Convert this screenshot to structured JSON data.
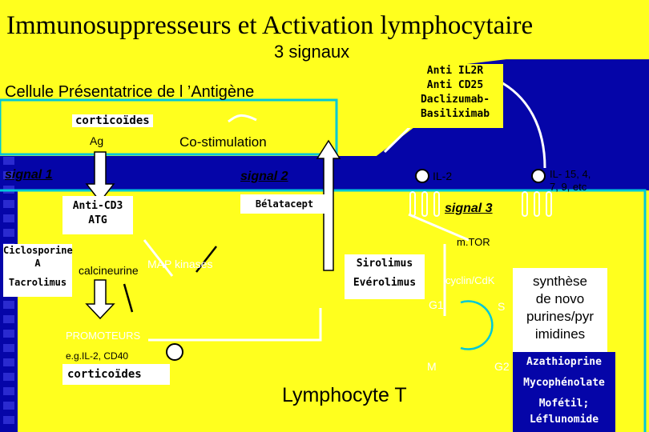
{
  "title": "Immunosuppresseurs et Activation  lymphocytaire",
  "subtitle": "3 signaux",
  "apc_label": "Cellule Présentatrice de l ’Antigène",
  "corticoides_top": "corticoïdes",
  "ag_label": "Ag",
  "costim_label": "Co-stimulation",
  "signal1": "signal 1",
  "signal2": "signal 2",
  "signal3": "signal 3",
  "anti_il2r": [
    "Anti IL2R",
    "Anti CD25",
    "Daclizumab-",
    "Basiliximab"
  ],
  "il2": "IL-2",
  "il_others": [
    "IL- 15, 4,",
    "7, 9, etc"
  ],
  "belatacept": "Bélatacept",
  "anti_cd3": [
    "Anti-CD3",
    "ATG"
  ],
  "ciclosporine": [
    "Ciclosporine",
    "A"
  ],
  "tacrolimus": "Tacrolimus",
  "calcineurine": "calcineurine",
  "map_kinases": "MAP kinases",
  "sirolimus": "Sirolimus",
  "everolimus": "Evérolimus",
  "mtor": "m.TOR",
  "cyclin": "cyclin/CdK",
  "g1": "G1",
  "s": "S",
  "m": "M",
  "g2": "G2",
  "synthese": [
    "synthèse",
    "de novo",
    "purines/pyr",
    "imidines"
  ],
  "promoteurs": "PROMOTEURS",
  "egil2": "e.g.IL-2, CD40",
  "corticoides_bottom": "corticoïdes",
  "lymphocyte": "Lymphocyte T",
  "drugs_right": [
    "Azathioprine",
    "Mycophénolate",
    "Mofétil;",
    "Léflunomide"
  ],
  "colors": {
    "background": "#0505a8",
    "yellow": "#ffff1e",
    "cyan": "#00c8d8",
    "white": "#ffffff"
  }
}
